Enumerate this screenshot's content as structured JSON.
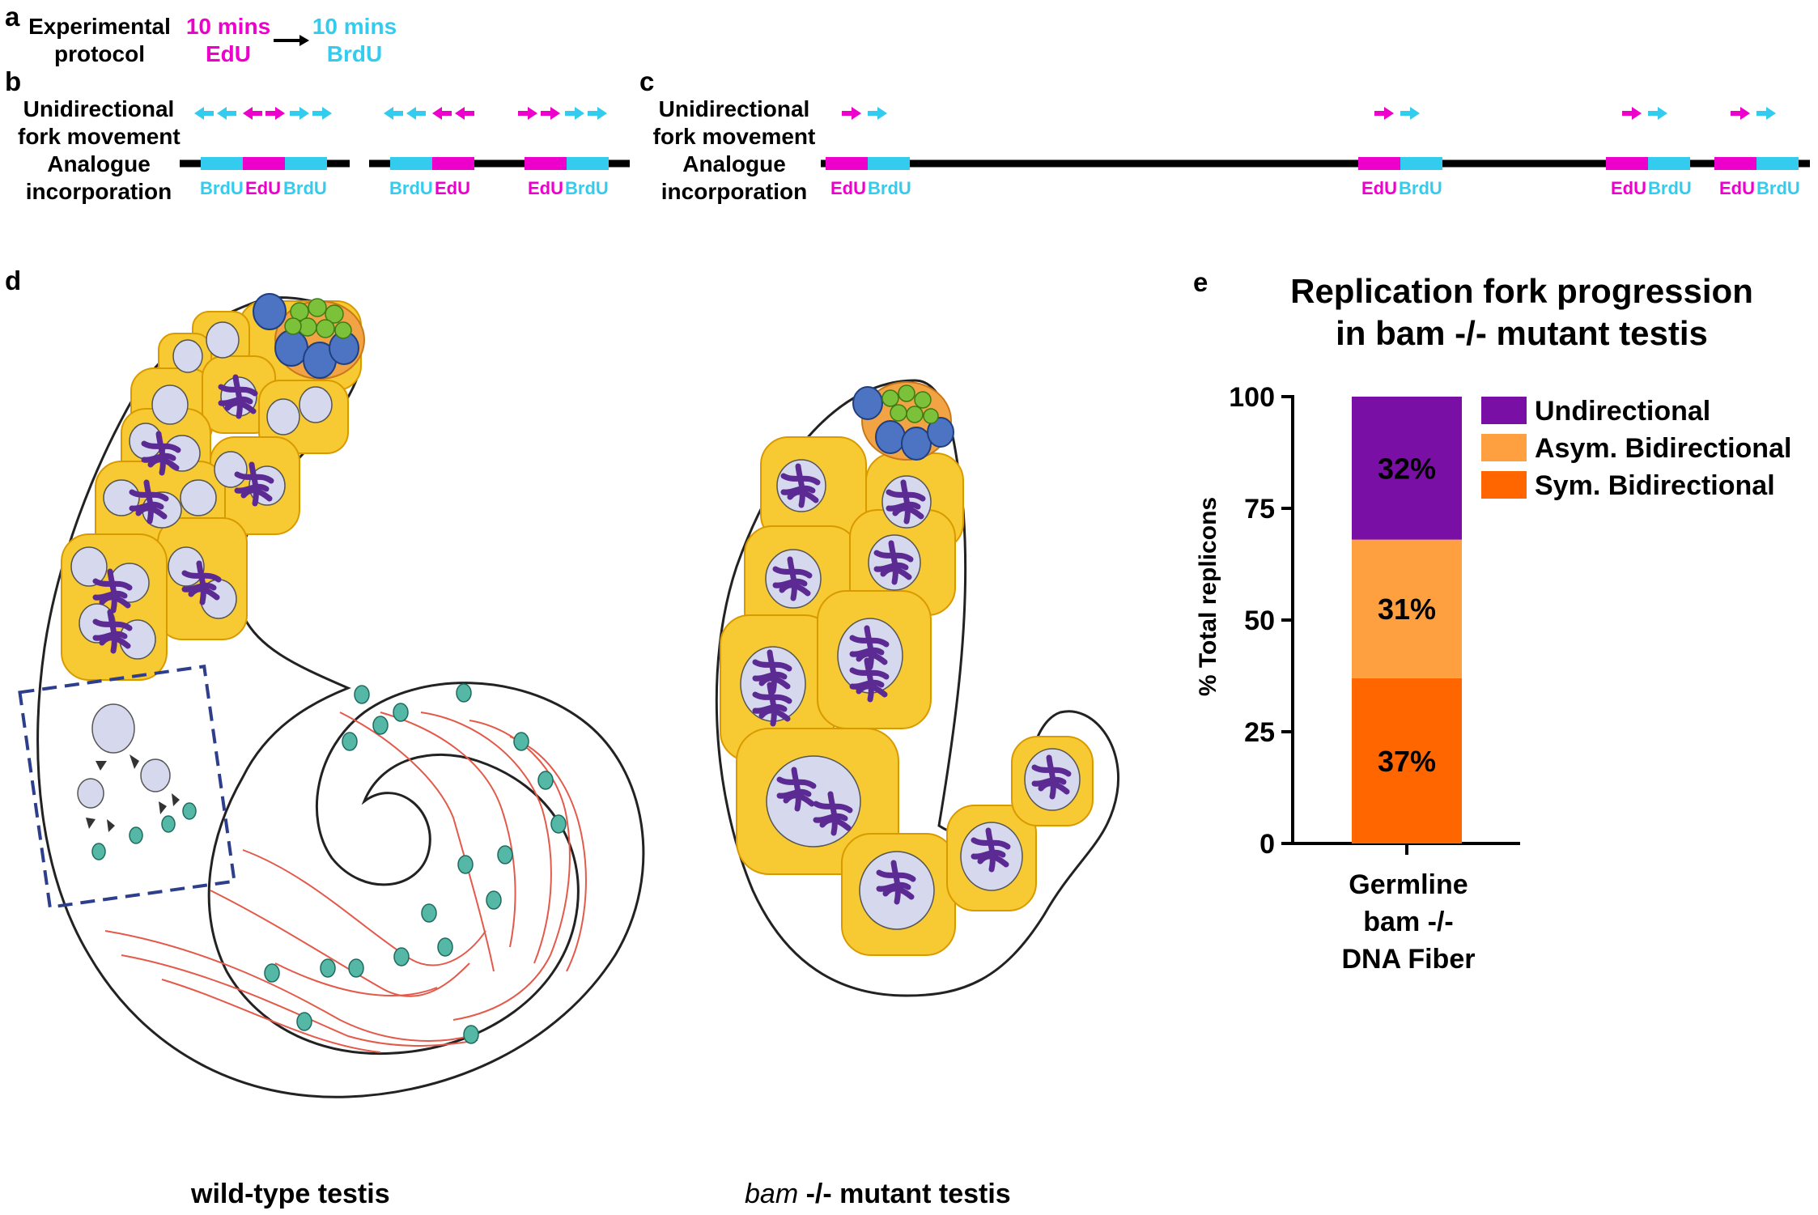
{
  "panel_labels": {
    "a": "a",
    "b": "b",
    "c": "c",
    "d": "d",
    "e": "e"
  },
  "panel_a": {
    "label_line1": "Experimental",
    "label_line2": "protocol",
    "edu_time": "10 mins",
    "edu_name": "EdU",
    "brdu_time": "10 mins",
    "brdu_name": "BrdU"
  },
  "row_labels": {
    "fork_line1": "Unidirectional",
    "fork_line2": "fork movement",
    "incorp_line1": "Analogue",
    "incorp_line2": "incorporation"
  },
  "analogues": {
    "edu": "EdU",
    "brdu": "BrdU"
  },
  "colors": {
    "edu": "#ee00cc",
    "brdu": "#33ccee",
    "fiber": "#000000",
    "cyst": "#f7c932",
    "cyst_border": "#d99a00",
    "nucleus": "#d6d8ee",
    "chromatin": "#5b2a93",
    "hub_green": "#7cc13a",
    "gsc_blue": "#4d74c2",
    "cyst_orange": "#f2a444",
    "sperm_head": "#55b7a6",
    "sperm_tail": "#e35a4a",
    "box_border": "#2c3e8c"
  },
  "panel_d": {
    "caption_wt": "wild-type testis",
    "caption_bam_italic": "bam",
    "caption_bam_rest": " -/- mutant testis"
  },
  "panel_e": {
    "title_line1": "Replication fork progression",
    "title_line2": "in bam -/- mutant testis",
    "ylabel": "% Total replicons",
    "xlabel_line1": "Germline",
    "xlabel_line2": "bam -/-",
    "xlabel_line3": "DNA Fiber",
    "yticks": [
      "0",
      "25",
      "50",
      "75",
      "100"
    ],
    "legend": [
      {
        "label": "Undirectional",
        "color": "#7a0fa6"
      },
      {
        "label": "Asym. Bidirectional",
        "color": "#ffa040"
      },
      {
        "label": "Sym. Bidirectional",
        "color": "#ff6600"
      }
    ]
  },
  "chart_data": {
    "type": "bar",
    "stacked": true,
    "title": "Replication fork progression in bam -/- mutant testis",
    "categories": [
      "Germline bam -/- DNA Fiber"
    ],
    "ylabel": "% Total replicons",
    "ylim": [
      0,
      100
    ],
    "yticks": [
      0,
      25,
      50,
      75,
      100
    ],
    "series": [
      {
        "name": "Sym. Bidirectional",
        "values": [
          37
        ],
        "label": "37%",
        "color": "#ff6600"
      },
      {
        "name": "Asym. Bidirectional",
        "values": [
          31
        ],
        "label": "31%",
        "color": "#ffa040"
      },
      {
        "name": "Undirectional",
        "values": [
          32
        ],
        "label": "32%",
        "color": "#7a0fa6"
      }
    ],
    "legend_position": "right"
  }
}
